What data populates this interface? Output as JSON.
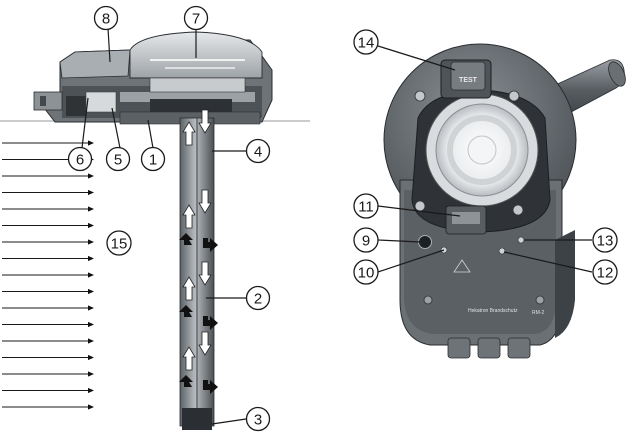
{
  "figure": {
    "left_panel": "cross-section of measuring device with sensor tube in air duct",
    "right_panel": "device housing with open lid and control elements"
  },
  "callouts": {
    "c1": "1",
    "c2": "2",
    "c3": "3",
    "c4": "4",
    "c5": "5",
    "c6": "6",
    "c7": "7",
    "c8": "8",
    "c9": "9",
    "c10": "10",
    "c11": "11",
    "c12": "12",
    "c13": "13",
    "c14": "14",
    "c15": "15"
  },
  "device": {
    "test_button_label": "TEST",
    "brand_label": "Hekatron Brandschutz",
    "model_label": "RM-2"
  },
  "colors": {
    "outline": "#1a1a1a",
    "housing_dark": "#4d5256",
    "housing_mid": "#7a7f84",
    "housing_light": "#c9cdd0",
    "panel_grey": "#6b7075",
    "flow_arrow_dark": "#111111",
    "flow_arrow_light": "#ffffff"
  }
}
